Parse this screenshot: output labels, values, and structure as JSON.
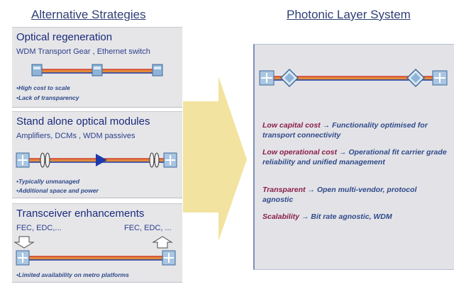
{
  "headings": {
    "left": "Alternative Strategies",
    "right": "Photonic Layer System"
  },
  "panels": [
    {
      "title": "Optical regeneration",
      "subtitle": "WDM Transport Gear , Ethernet switch",
      "bullets": [
        "•High cost to scale",
        "•Lack of transparency"
      ]
    },
    {
      "title": "Stand alone optical modules",
      "subtitle": "Amplifiers, DCMs , WDM passives",
      "bullets": [
        "•Typically unmanaged",
        "•Additional space and power"
      ]
    },
    {
      "title": "Transceiver enhancements",
      "subtitle_left": "FEC, EDC,...",
      "subtitle_right": "FEC, EDC, ...",
      "bullets": [
        "•Limited availability on metro platforms"
      ]
    }
  ],
  "features": [
    {
      "key": "Low capital cost",
      "arrow": " → ",
      "text": "Functionality optimised for transport connectivity"
    },
    {
      "key": "Low operational cost",
      "arrow": " → ",
      "text": "Operational fit carrier grade reliability and unified management"
    },
    {
      "key": "Transparent",
      "arrow": " → ",
      "text": "Open multi-vendor, protocol agnostic"
    },
    {
      "key": "Scalability",
      "arrow": " → ",
      "text": "Bit rate agnostic, WDM"
    }
  ],
  "colors": {
    "arrow": "#f2e3a0",
    "fiber_red": "#d23a2a",
    "fiber_blue": "#1d3aa8",
    "fiber_orange": "#e08a3a",
    "node": "#8fb4d8"
  }
}
